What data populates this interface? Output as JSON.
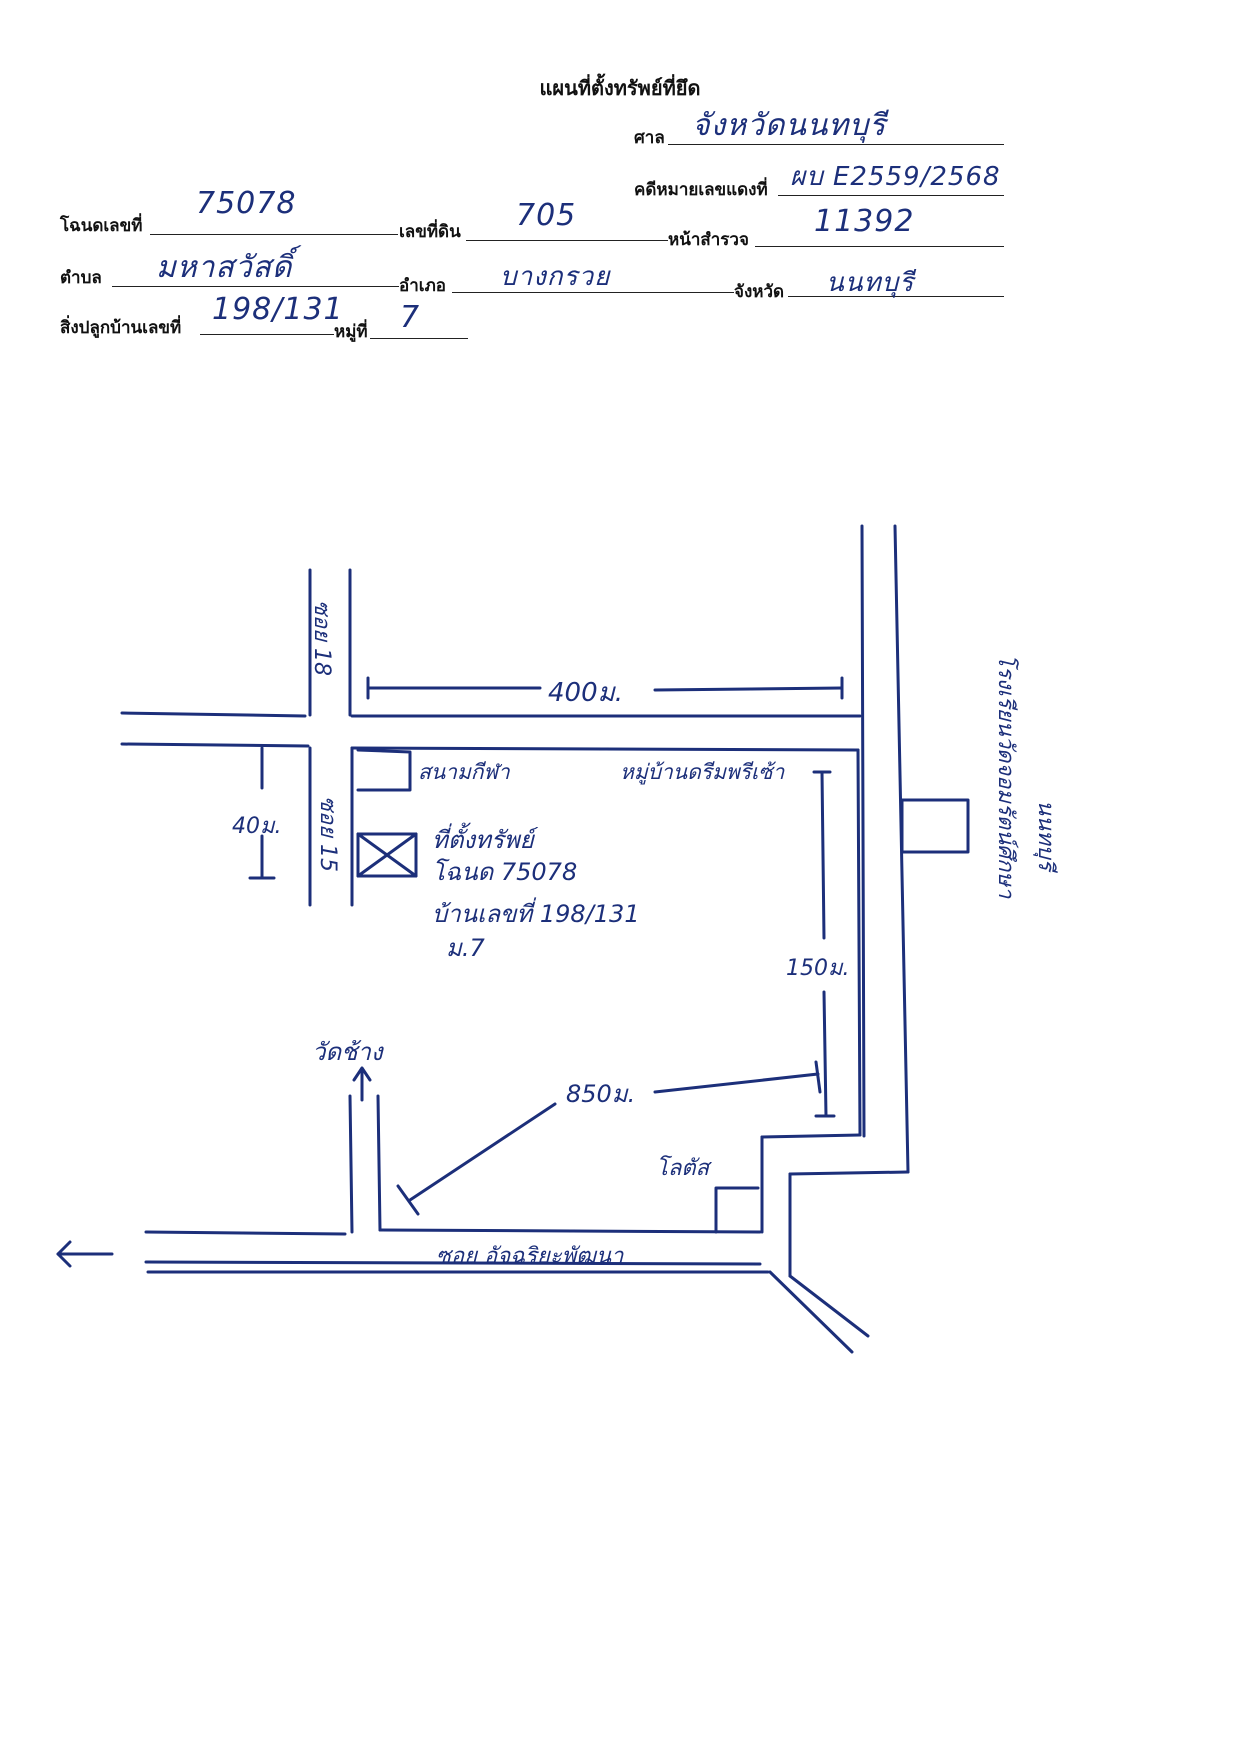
{
  "document": {
    "title": "แผนที่ตั้งทรัพย์ที่ยึด"
  },
  "form": {
    "court": {
      "label": "ศาล",
      "value": "จังหวัดนนทบุรี"
    },
    "case_no": {
      "label": "คดีหมายเลขแดงที่",
      "value": "ผบ E2559/2568"
    },
    "deed_no": {
      "label": "โฉนดเลขที่",
      "value": "75078"
    },
    "land_no": {
      "label": "เลขที่ดิน",
      "value": "705"
    },
    "survey_page": {
      "label": "หน้าสำรวจ",
      "value": "11392"
    },
    "subdistrict": {
      "label": "ตำบล",
      "value": "มหาสวัสดิ์"
    },
    "district": {
      "label": "อำเภอ",
      "value": "บางกรวย"
    },
    "province": {
      "label": "จังหวัด",
      "value": "นนทบุรี"
    },
    "house_no": {
      "label": "สิ่งปลูกบ้านเลขที่",
      "value": "198/131"
    },
    "moo": {
      "label": "หมู่ที่",
      "value": "7"
    }
  },
  "map": {
    "soi_18": "ซอย 18",
    "soi_15": "ซอย 15",
    "dist_400": "400ม.",
    "dist_40": "40ม.",
    "dist_150": "150ม.",
    "dist_850": "850ม.",
    "sanam_kila": "สนามกีฬา",
    "village": "หมู่บ้านดรีมพรีเซ้า",
    "property_line1": "ที่ตั้งทรัพย์",
    "property_line2": "โฉนด 75078",
    "property_line3": "บ้านเลขที่ 198/131",
    "property_line4": "ม.7",
    "wat_chang": "วัดช้าง",
    "lotus": "โลตัส",
    "soi_bottom": "ซอย อัจฉริยะพัฒนา",
    "school_line1": "โรงเรียนวัดจอมรัตน์ศึกษา",
    "school_line2": "นนทบุรี"
  }
}
